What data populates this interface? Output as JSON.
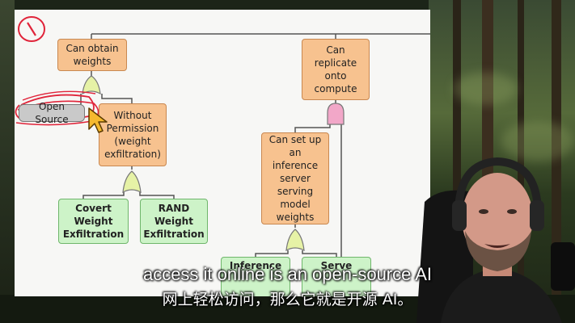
{
  "annotation": {
    "mark": "\\"
  },
  "nodes": {
    "obtain_weights": "Can obtain\nweights",
    "open_source": "Open Source",
    "without_permission": "Without\nPermission\n(weight\nexfiltration)",
    "covert": "Covert\nWeight\nExfiltration",
    "rand": "RAND\nWeight\nExfiltration",
    "replicate": "Can\nreplicate\nonto\ncompute",
    "inference_server": "Can set up\nan inference\nserver\nserving\nmodel\nweights",
    "inference": "Inference",
    "serve": "Serve"
  },
  "subtitles": {
    "english": "access it online is an open-source AI",
    "chinese": "网上轻松访问，那么它就是开源 AI。"
  },
  "colors": {
    "node_orange": "#f7c28f",
    "node_green": "#cdf3c8",
    "gate_and": "#f2a7c8",
    "gate_or": "#e6f2a6",
    "annotation_red": "#e0243a"
  }
}
